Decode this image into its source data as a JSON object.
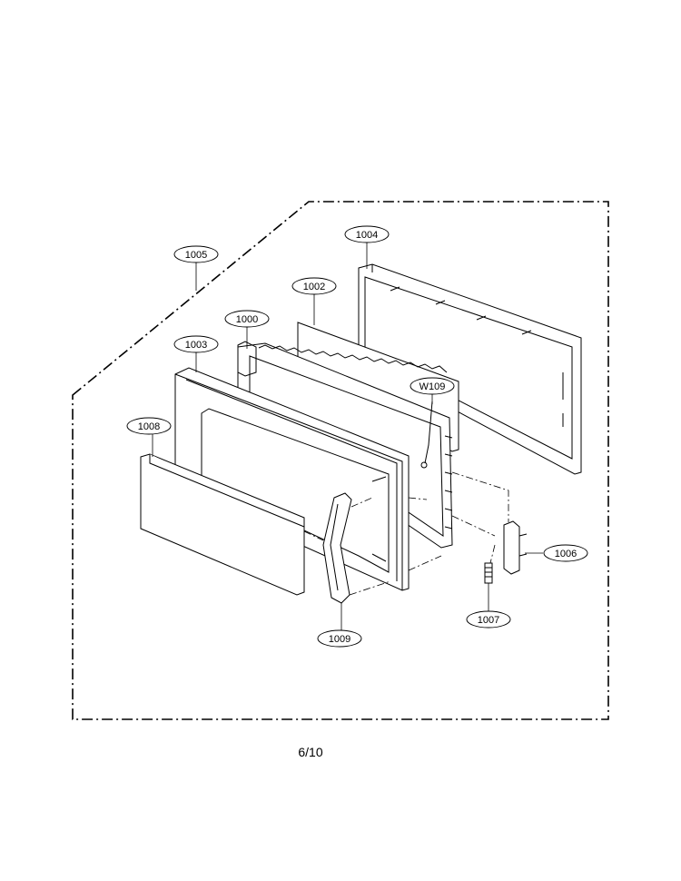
{
  "diagram": {
    "callouts": {
      "c1005": "1005",
      "c1004": "1004",
      "c1002": "1002",
      "c1000": "1000",
      "c1003": "1003",
      "cW109": "W109",
      "c1008": "1008",
      "c1006": "1006",
      "c1007": "1007",
      "c1009": "1009"
    }
  },
  "footer": {
    "page": "6/10"
  }
}
